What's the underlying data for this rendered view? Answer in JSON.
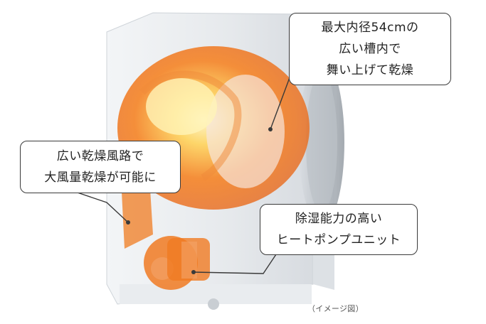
{
  "callouts": {
    "drum": {
      "lines": [
        "最大内径54cmの",
        "広い槽内で",
        "舞い上げて乾燥"
      ]
    },
    "duct": {
      "lines": [
        "広い乾燥風路で",
        "大風量乾燥が可能に"
      ]
    },
    "heatpump": {
      "lines": [
        "除湿能力の高い",
        "ヒートポンプユニット"
      ]
    }
  },
  "caption": "（イメージ図）",
  "colors": {
    "accent_orange": "#f07a22",
    "glow_yellow": "#ffe27a",
    "machine_body": "#eceff2",
    "outline": "#3a3a3a"
  }
}
